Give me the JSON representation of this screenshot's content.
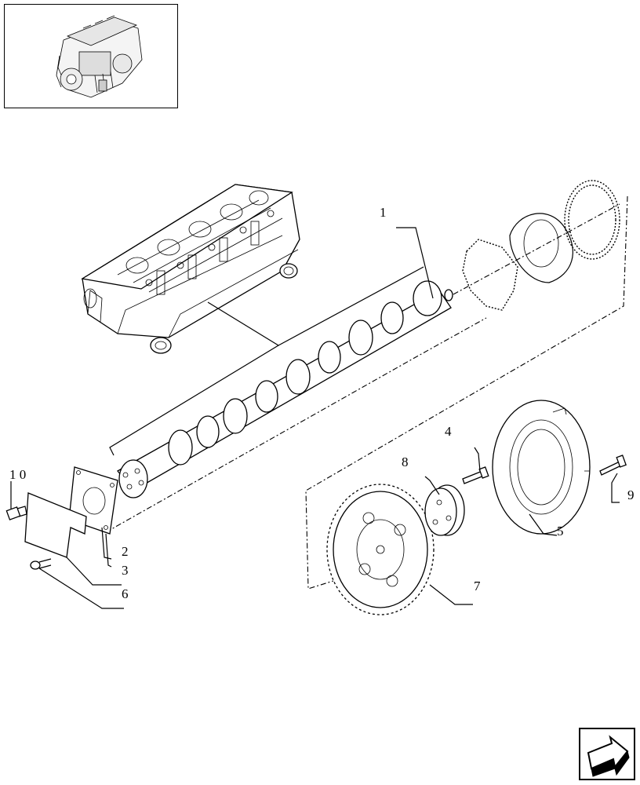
{
  "thumbnail": {
    "icon": "engine-thumbnail-icon"
  },
  "callouts": {
    "c1": "1",
    "c2": "2",
    "c3": "3",
    "c4": "4",
    "c5": "5",
    "c6": "6",
    "c7": "7",
    "c8": "8",
    "c9": "9",
    "c10": "1 0"
  },
  "nav": {
    "icon": "next-page-arrow-icon"
  }
}
